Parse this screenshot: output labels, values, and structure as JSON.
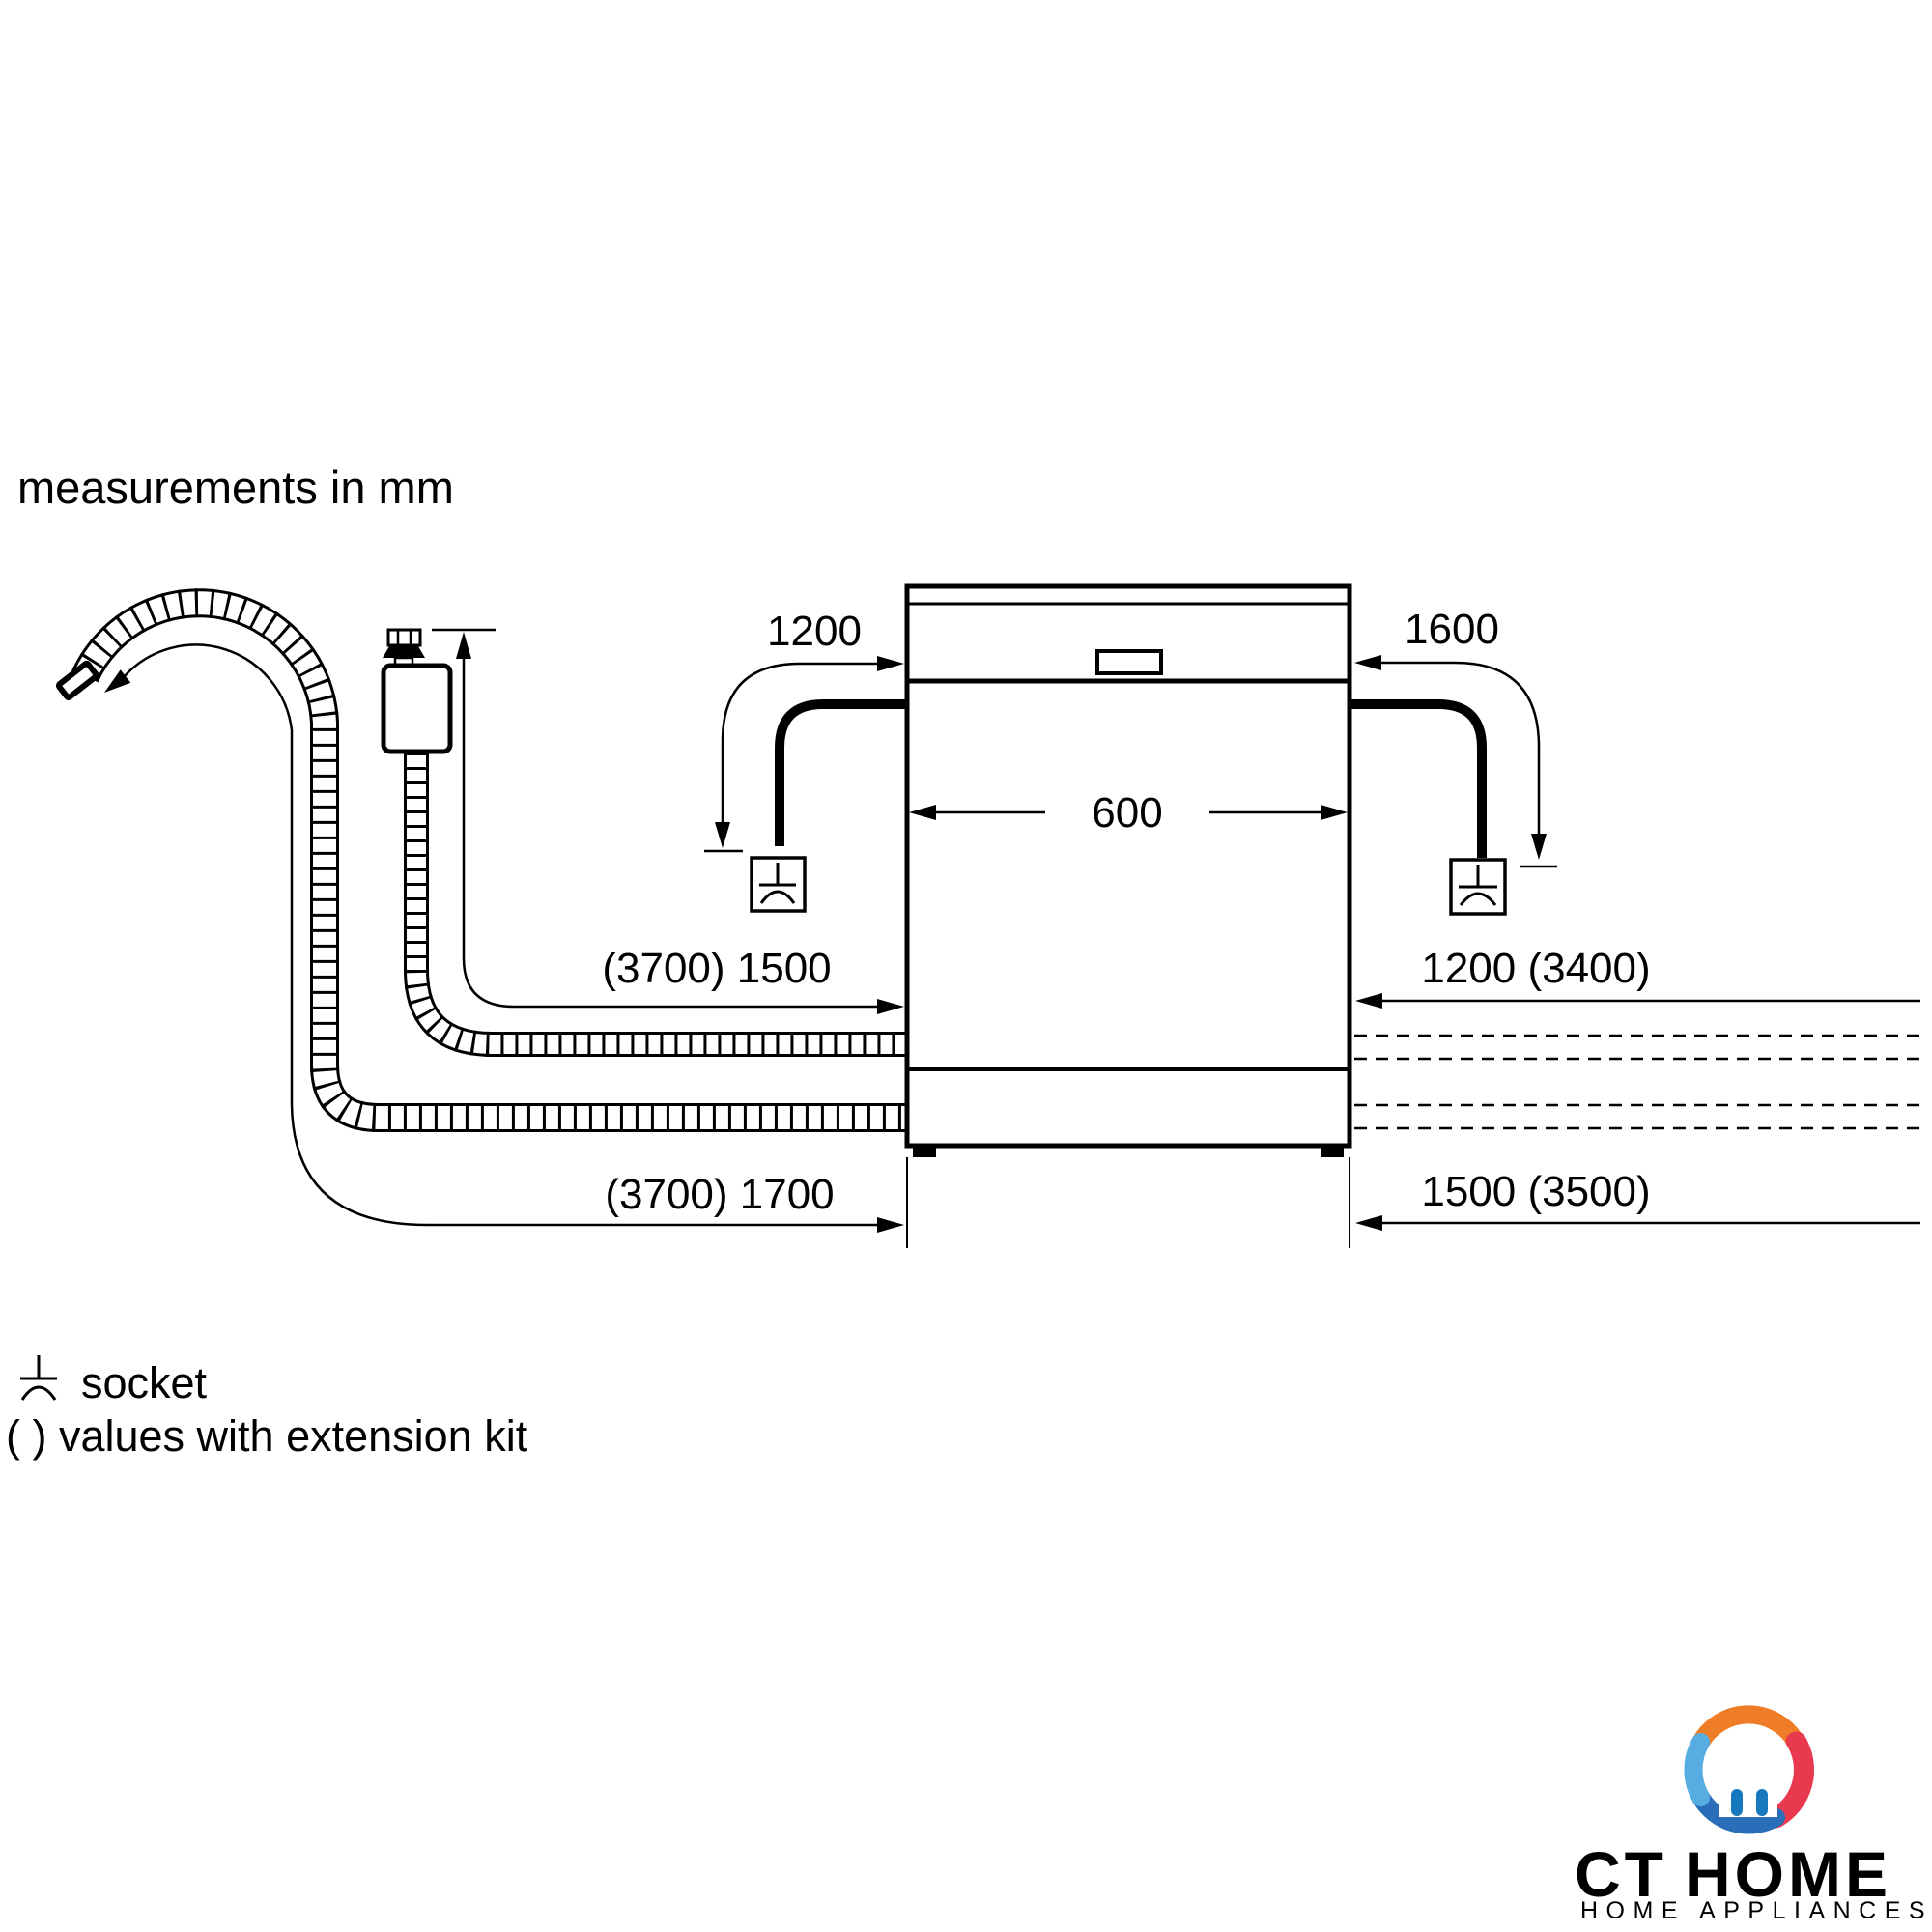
{
  "note": "measurements in mm",
  "dimensions": {
    "cable_left": "1200",
    "cable_right": "1600",
    "width": "600",
    "supply_hose": "(3700) 1500",
    "inlet_right": "1200 (3400)",
    "drain_hose": "(3700) 1700",
    "outlet_right": "1500 (3500)"
  },
  "legend": {
    "socket": "socket",
    "extension_values": "( ) values with extension kit"
  },
  "logo": {
    "ct": "CT",
    "home": "HOME",
    "tagline": "HOME APPLIANCES"
  },
  "colors": {
    "line": "#000000",
    "logo_red": "#e62e33",
    "logo_blue": "#1778be",
    "logo_orange": "#ef7d28",
    "logo_crimson": "#e8394e",
    "logo_lightblue": "#57ace2",
    "logo_darkblue": "#2a6db8",
    "tagline_gray": "#8c8c8c"
  }
}
